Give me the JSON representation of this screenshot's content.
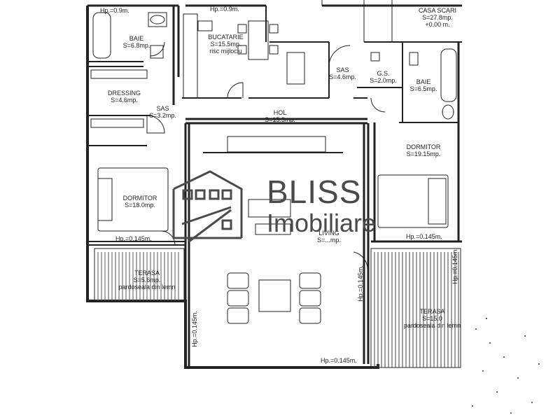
{
  "rooms": {
    "baie_left": {
      "name": "BAIE",
      "area": "S=6.8mp."
    },
    "bucatarie": {
      "name": "BUCATARIE",
      "area": "S=15.5mp.",
      "note": "risc mijlociu"
    },
    "casa_scari": {
      "name": "CASA SCARI",
      "area": "S=27.8mp.",
      "level": "+0.00 m."
    },
    "dressing": {
      "name": "DRESSING",
      "area": "S=4.6mp."
    },
    "sas_left": {
      "name": "SAS",
      "area": "S=3.2mp."
    },
    "sas_center": {
      "name": "SAS",
      "area": "S=4.6mp."
    },
    "gs": {
      "name": "G.S.",
      "area": "S=2.0mp."
    },
    "baie_right": {
      "name": "BAIE",
      "area": "S=6.5mp."
    },
    "hol": {
      "name": "HOL",
      "area": "S=15.3mp."
    },
    "dormitor_right": {
      "name": "DORMITOR",
      "area": "S=19.15mp."
    },
    "dormitor_left": {
      "name": "DORMITOR",
      "area": "S=18.0mp."
    },
    "living": {
      "name": "LIVING",
      "area": "S=...mp."
    },
    "terasa_left": {
      "name": "TERASA",
      "area": "S=5.6mp.",
      "note": "pardoseala din lemn"
    },
    "terasa_right": {
      "name": "TERASA",
      "area": "S=15.0",
      "note": "pardoseala din lemn"
    }
  },
  "heights": {
    "hp_top_left": "Hp.=0.9m.",
    "hp_top_center": "Hp.=0.9m.",
    "hp_left_dormitor": "Hp.=0.145m.",
    "hp_right_dormitor": "Hp.=0.145m.",
    "hp_living_vertical": "Hp.=0.145m.",
    "hp_living_center_vertical": "Hp.=0.145m.",
    "hp_living_bottom": "Hp.=0.145m.",
    "hp_right_vertical": "Hp.=0.145m."
  },
  "watermark": {
    "line1": "BLISS",
    "line2": "Imobiliare",
    "color": "#4a4a4a"
  }
}
